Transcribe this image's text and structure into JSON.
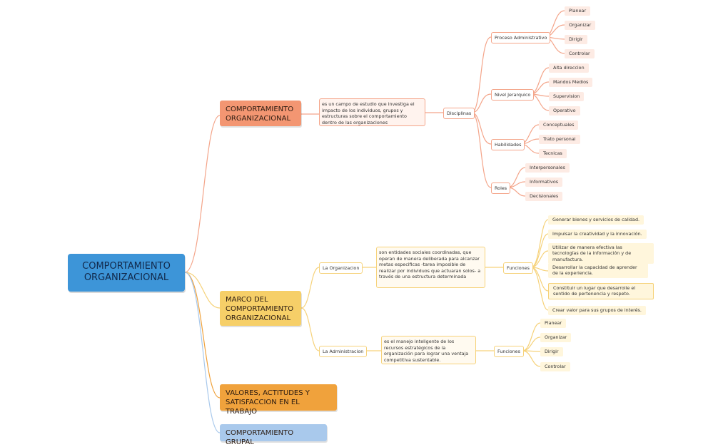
{
  "root": {
    "line1": "COMPORTAMIENTO",
    "line2": "ORGANIZACIONAL"
  },
  "branch1": {
    "title_line1": "COMPORTAMIENTO",
    "title_line2": "ORGANIZACIONAL",
    "description": "es un campo de estudio que investiga el impacto de los individuos, grupos y estructuras sobre el comportamiento dentro de las organizaciones",
    "hub": "Disciplinas",
    "groups": [
      {
        "label": "Proceso Administrativo",
        "items": [
          "Planear",
          "Organizar",
          "Dirigir",
          "Controlar"
        ]
      },
      {
        "label": "Nivel Jerarquico",
        "items": [
          "Alta direccion",
          "Mandos Medios",
          "Supervision",
          "Operativo"
        ]
      },
      {
        "label": "Habilidades",
        "items": [
          "Conceptuales",
          "Trato personal",
          "Tecnicas"
        ]
      },
      {
        "label": "Roles",
        "items": [
          "Interpersonales",
          "Informativos",
          "Decisionales"
        ]
      }
    ]
  },
  "branch2": {
    "title_line1": "MARCO DEL",
    "title_line2": "COMPORTAMIENTO",
    "title_line3": "ORGANIZACIONAL",
    "organizacion": {
      "label": "La Organizacion",
      "description": "son entidades sociales coordinadas, que operan de manera deliberada para alcanzar metas especificas -tarea imposible de realizar por individuos que actuaran solos- a través de una estructura determinada",
      "functions_label": "Funciones",
      "functions": [
        "Generar bienes y servicios de calidad.",
        "Impulsar la creatividad y la innovación.",
        "Utilizar de manera efectiva las tecnologías de la información y de manufactura.",
        "Desarrollar la capacidad de aprender de la experiencia.",
        "Constituir un lugar que desarrolle el sentido de pertenencia y respeto.",
        "Crear valor para sus grupos de interés."
      ]
    },
    "administracion": {
      "label": "La Administracion",
      "description": "es el manejo inteligente de los recursos estratégicos de la organización para lograr una ventaja competitiva sustentable.",
      "functions_label": "Funciones",
      "functions": [
        "Planear",
        "Organizar",
        "Dirigir",
        "Controlar"
      ]
    }
  },
  "branch3": {
    "title_line1": "VALORES, ACTITUDES Y",
    "title_line2": "SATISFACCION EN EL TRABAJO"
  },
  "branch4": {
    "title": "COMPORTAMIENTO GRUPAL"
  },
  "colors": {
    "orange_line": "#f4a58a",
    "yellow_line": "#f6d27a",
    "darkorange_line": "#f0a23c",
    "blue_line": "#a9c9ec",
    "root": "#3d95d8"
  }
}
